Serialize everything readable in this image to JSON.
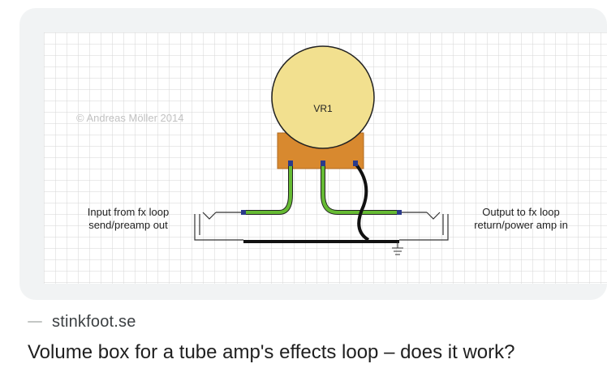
{
  "result": {
    "source": "stinkfoot.se",
    "title": "Volume box for a tube amp's effects loop – does it work?",
    "favicon_icon": "dash-favicon-icon"
  },
  "diagram": {
    "copyright": "© Andreas Möller 2014",
    "pot_label": "VR1",
    "input_label_line1": "Input from fx loop",
    "input_label_line2": "send/preamp out",
    "output_label_line1": "Output to fx loop",
    "output_label_line2": "return/power amp in"
  },
  "colors": {
    "card_bg": "#f1f3f4",
    "grid_line": "#dcdcdc",
    "pot_yellow": "#f2e08f",
    "pot_body": "#d8892f",
    "wire_green": "#66bb33",
    "wire_black": "#111111",
    "terminal_blue": "#2a3a8a"
  }
}
